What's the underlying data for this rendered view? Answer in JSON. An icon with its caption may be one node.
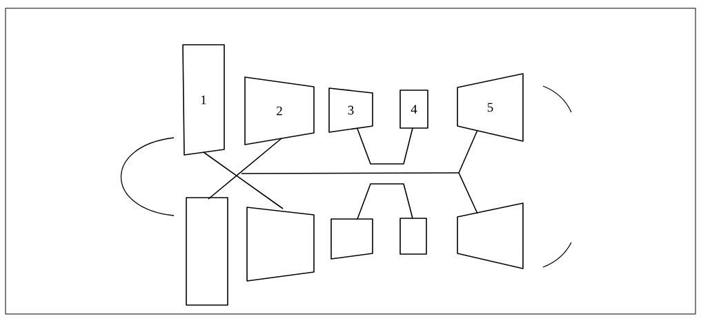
{
  "diagram": {
    "nodes": [
      {
        "text": [
          "1"
        ]
      },
      {
        "text": [
          "2"
        ]
      },
      {
        "text": [
          "3"
        ]
      },
      {
        "text": [
          "4"
        ]
      },
      {
        "text": [
          "5"
        ]
      },
      {
        "text": [],
        "shape": "box"
      },
      {
        "text": [],
        "shape": "trapezoid"
      },
      {
        "text": [],
        "shape": "trapezoid"
      },
      {
        "text": [],
        "shape": "box"
      },
      {
        "text": [],
        "shape": "trapezoid"
      }
    ],
    "edges": [
      {
        "from": 0,
        "to": 6,
        "arrow": "none"
      },
      {
        "from": 1,
        "to": 5,
        "arrow": "none"
      },
      {
        "from": 2,
        "to": 3,
        "arrow": "none"
      },
      {
        "from": 7,
        "to": 8,
        "arrow": "none"
      },
      {
        "from": 4,
        "to": 9,
        "arrow": "none"
      }
    ]
  }
}
